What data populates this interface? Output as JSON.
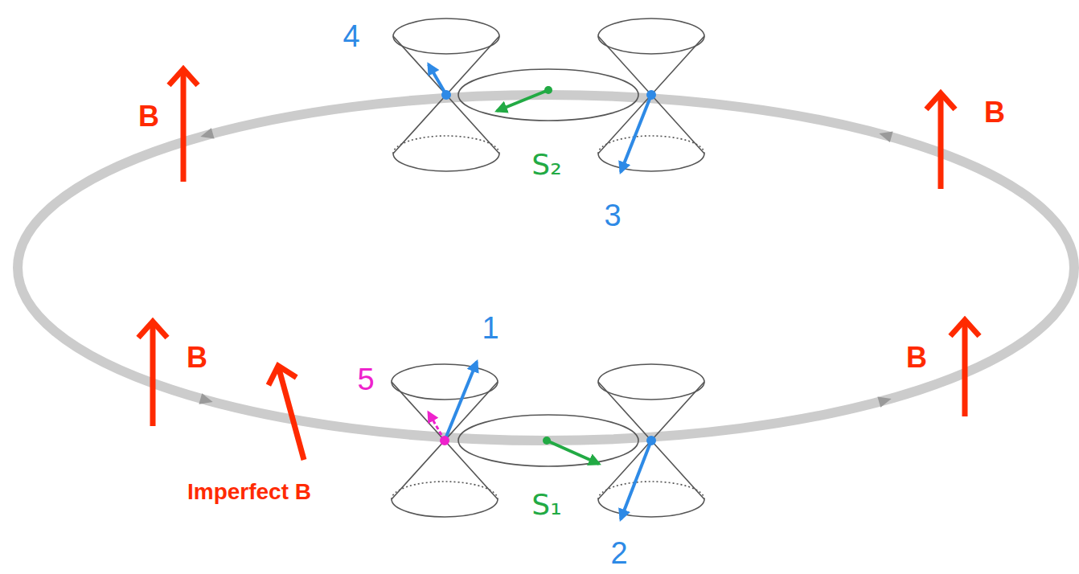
{
  "diagram": {
    "labels": [
      "4",
      "B",
      "B",
      "S₂",
      "3",
      "1",
      "5",
      "B",
      "B",
      "Imperfect B",
      "S₁",
      "2"
    ]
  }
}
